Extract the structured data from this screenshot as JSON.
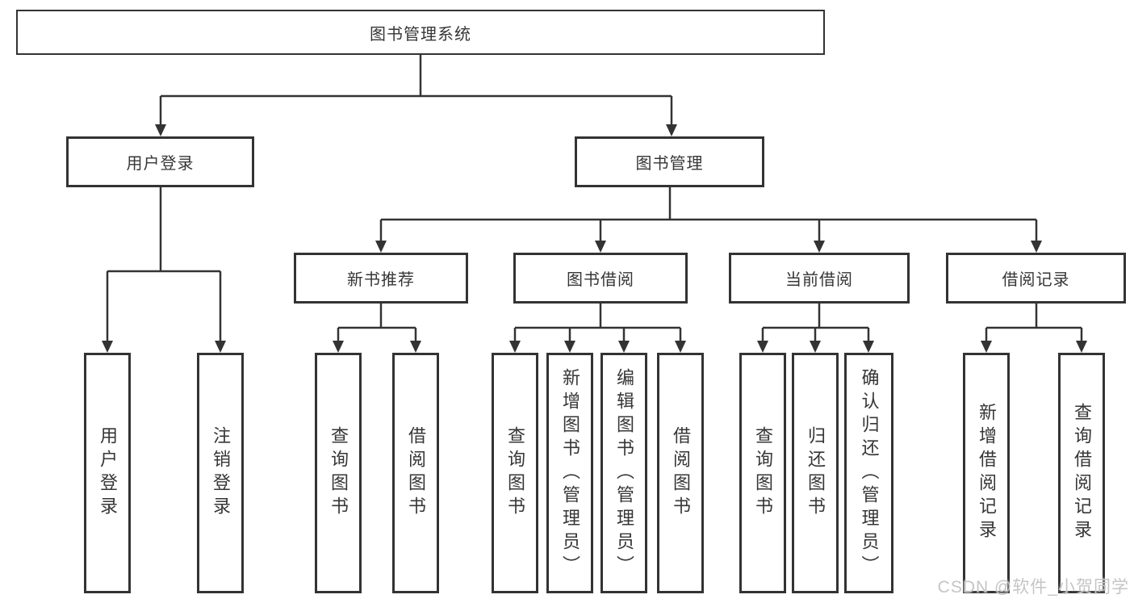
{
  "watermark": "CSDN @软件_小贺同学",
  "colors": {
    "line": "#333333",
    "text": "#363636",
    "watermark": "#c5c5c5",
    "background": "#ffffff"
  },
  "tree": {
    "root": {
      "label": "图书管理系统"
    },
    "branches": [
      {
        "label": "用户登录",
        "children": [
          {
            "label": "用户登录"
          },
          {
            "label": "注销登录"
          }
        ]
      },
      {
        "label": "图书管理",
        "children": [
          {
            "label": "新书推荐",
            "children": [
              {
                "label": "查询图书"
              },
              {
                "label": "借阅图书"
              }
            ]
          },
          {
            "label": "图书借阅",
            "children": [
              {
                "label": "查询图书"
              },
              {
                "label": "新增图书（管理员）"
              },
              {
                "label": "编辑图书（管理员）"
              },
              {
                "label": "借阅图书"
              }
            ]
          },
          {
            "label": "当前借阅",
            "children": [
              {
                "label": "查询图书"
              },
              {
                "label": "归还图书"
              },
              {
                "label": "确认归还（管理员）"
              }
            ]
          },
          {
            "label": "借阅记录",
            "children": [
              {
                "label": "新增借阅记录"
              },
              {
                "label": "查询借阅记录"
              }
            ]
          }
        ]
      }
    ]
  }
}
